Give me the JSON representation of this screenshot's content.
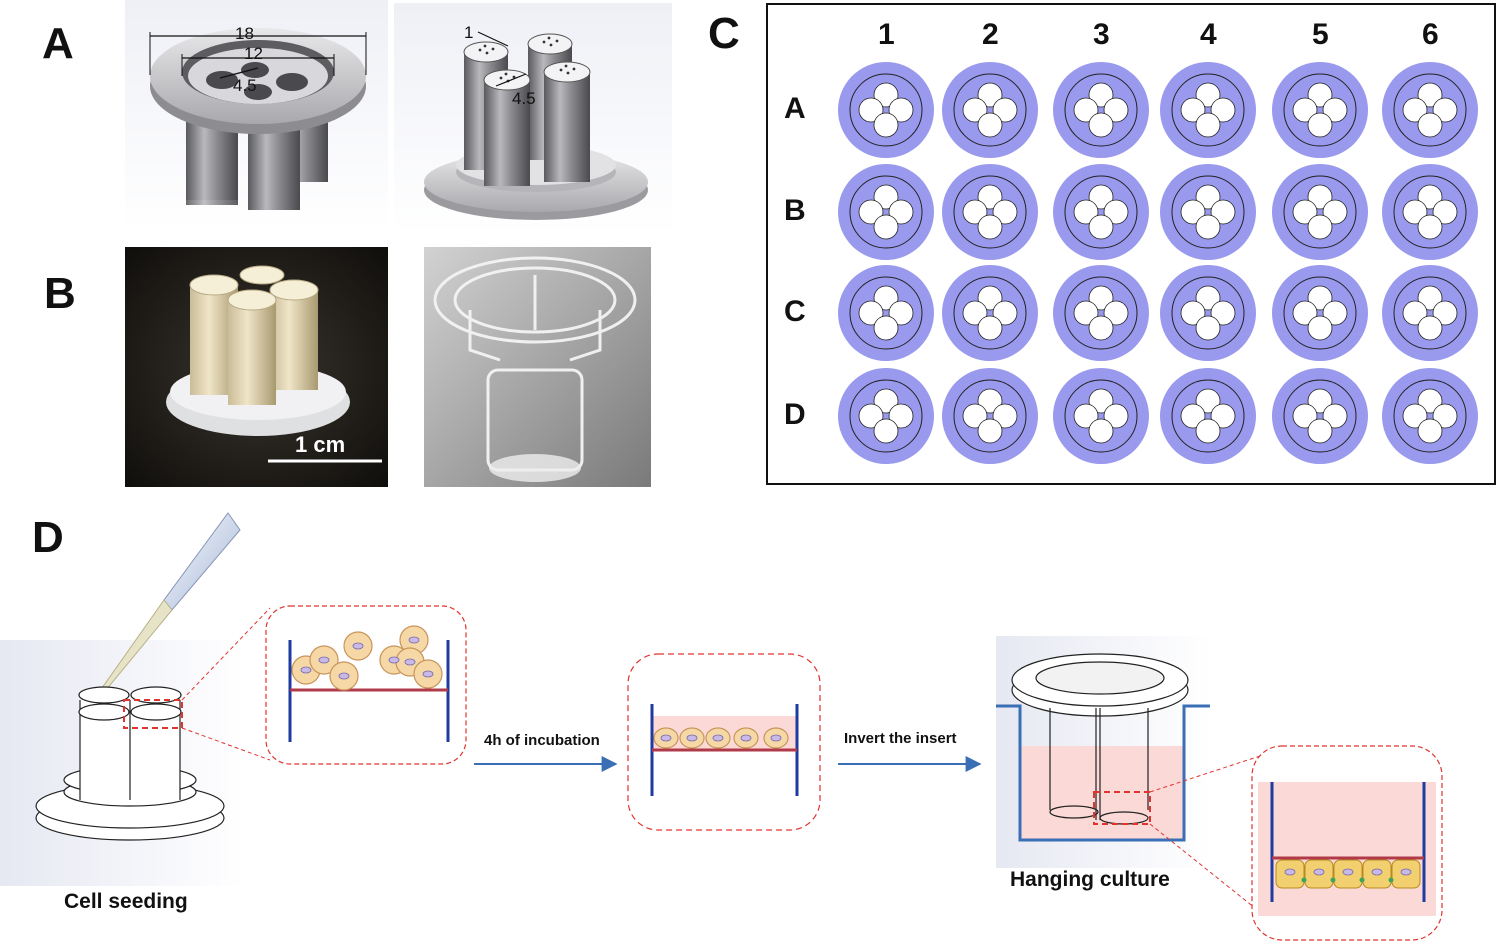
{
  "panels": {
    "a": "A",
    "b": "B",
    "c": "C",
    "d": "D"
  },
  "panel_a": {
    "dims_left": [
      "18",
      "12",
      "4.5"
    ],
    "dims_right": [
      "1",
      "4.5"
    ]
  },
  "panel_b": {
    "scale_label": "1 cm"
  },
  "plate": {
    "columns": [
      "1",
      "2",
      "3",
      "4",
      "5",
      "6"
    ],
    "rows": [
      "A",
      "B",
      "C",
      "D"
    ],
    "well_color": "#9999ee",
    "well_outline": "#222222"
  },
  "panel_d": {
    "step1_caption": "Cell seeding",
    "arrow1_label": "4h of incubation",
    "arrow2_label": "Invert the insert",
    "step3_caption": "Hanging culture",
    "membrane_color": "#b03a48",
    "wall_color": "#1f3aa0",
    "medium_color": "#fbd9d6",
    "zoom_border_color": "#e0342f",
    "arrow_color": "#3a6fb5"
  }
}
